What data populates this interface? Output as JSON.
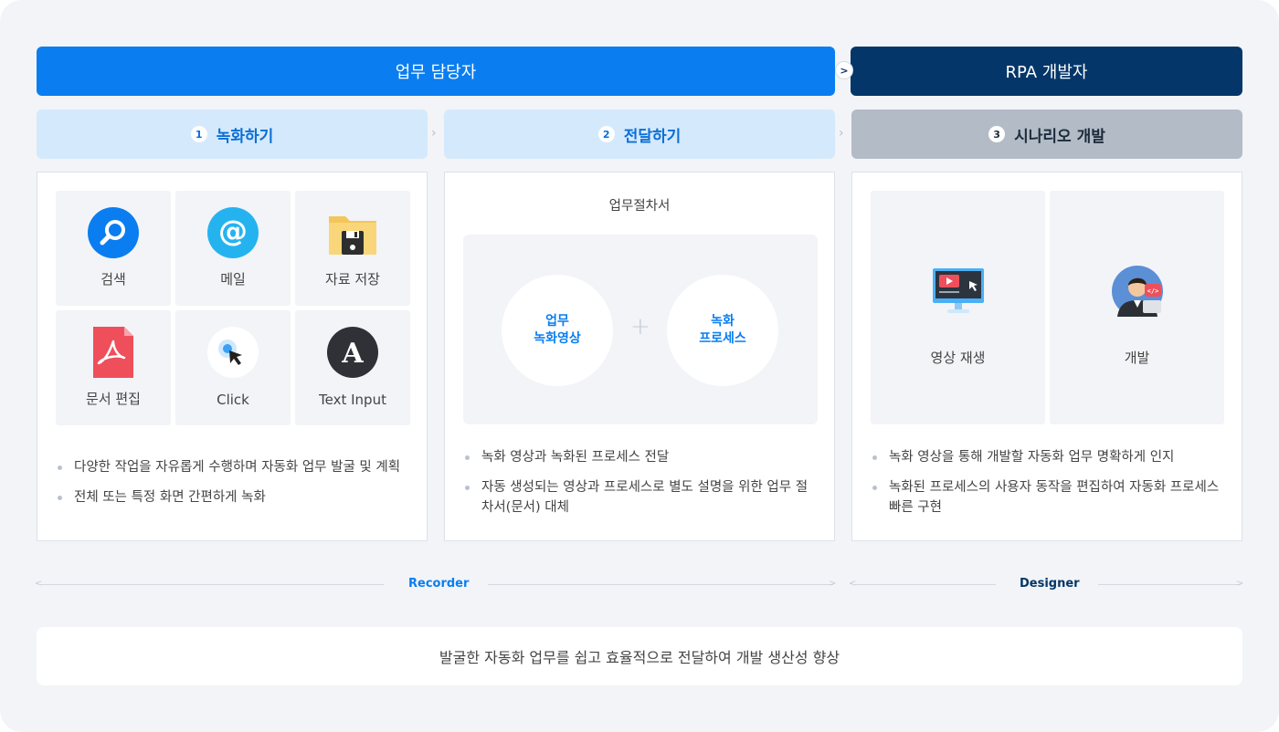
{
  "headers": {
    "left": "업무 담당자",
    "right": "RPA 개발자"
  },
  "steps": [
    {
      "num": "1",
      "label": "녹화하기"
    },
    {
      "num": "2",
      "label": "전달하기"
    },
    {
      "num": "3",
      "label": "시나리오 개발"
    }
  ],
  "recorder_tiles": [
    {
      "label": "검색",
      "icon": "search-icon"
    },
    {
      "label": "메일",
      "icon": "email-icon"
    },
    {
      "label": "자료 저장",
      "icon": "folder-save-icon"
    },
    {
      "label": "문서 편집",
      "icon": "pdf-icon"
    },
    {
      "label": "Click",
      "icon": "click-icon"
    },
    {
      "label": "Text Input",
      "icon": "text-input-icon"
    }
  ],
  "panel1_bullets": [
    "다양한 작업을 자유롭게 수행하며 자동화 업무 발굴 및 계획",
    "전체 또는 특정 화면 간편하게 녹화"
  ],
  "panel2": {
    "title": "업무절차서",
    "circle_left": [
      "업무",
      "녹화영상"
    ],
    "circle_right": [
      "녹화",
      "프로세스"
    ],
    "bullets": [
      "녹화 영상과 녹화된 프로세스 전달",
      "자동 생성되는 영상과 프로세스로 별도 설명을 위한 업무 절차서(문서) 대체"
    ]
  },
  "designer_tiles": [
    {
      "label": "영상 재생",
      "icon": "video-monitor-icon"
    },
    {
      "label": "개발",
      "icon": "developer-icon"
    }
  ],
  "panel3_bullets": [
    "녹화 영상을 통해 개발할 자동화 업무 명확하게 인지",
    "녹화된 프로세스의 사용자 동작을 편집하여 자동화 프로세스 빠른 구현"
  ],
  "ranges": {
    "recorder": "Recorder",
    "designer": "Designer"
  },
  "footer": "발굴한 자동화 업무를 쉽고 효율적으로 전달하여 개발 생산성 향상",
  "colors": {
    "primary": "#0a7ef0",
    "navy": "#043669",
    "step_light": "#d4e9fc",
    "step_gray": "#b2bbc6",
    "background": "#f2f4f7"
  }
}
